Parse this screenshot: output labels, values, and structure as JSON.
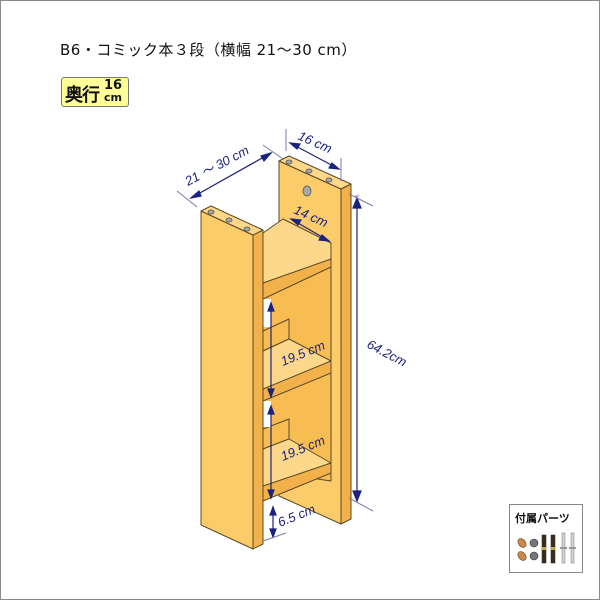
{
  "title": "B6・コミック本３段（横幅 21～30 cm）",
  "depth_badge": {
    "label": "奥行",
    "value": "16",
    "unit": "cm",
    "background": "#ffff99"
  },
  "dimensions": {
    "width": "21 ～ 30 cm",
    "depth_outer": "16 cm",
    "depth_inner": "14 cm",
    "total_height": "64.2cm",
    "shelf_gap_upper": "19.5 cm",
    "shelf_gap_lower": "19.5 cm",
    "bottom_clearance": "6.5 cm"
  },
  "colors": {
    "wood_front": "#fccb6a",
    "wood_side": "#f7bc52",
    "wood_top": "#fdd88a",
    "outline": "#5a4a2a",
    "dimension_line": "#1a237e",
    "extension_line": "#7a7aa8"
  },
  "parts": {
    "title": "付属パーツ",
    "items": [
      "dowel-icon",
      "dowel-icon",
      "cam-nut-icon",
      "cam-nut-icon",
      "bolt-icon",
      "bolt-icon",
      "shelf-pin-icon",
      "shelf-pin-icon"
    ]
  }
}
